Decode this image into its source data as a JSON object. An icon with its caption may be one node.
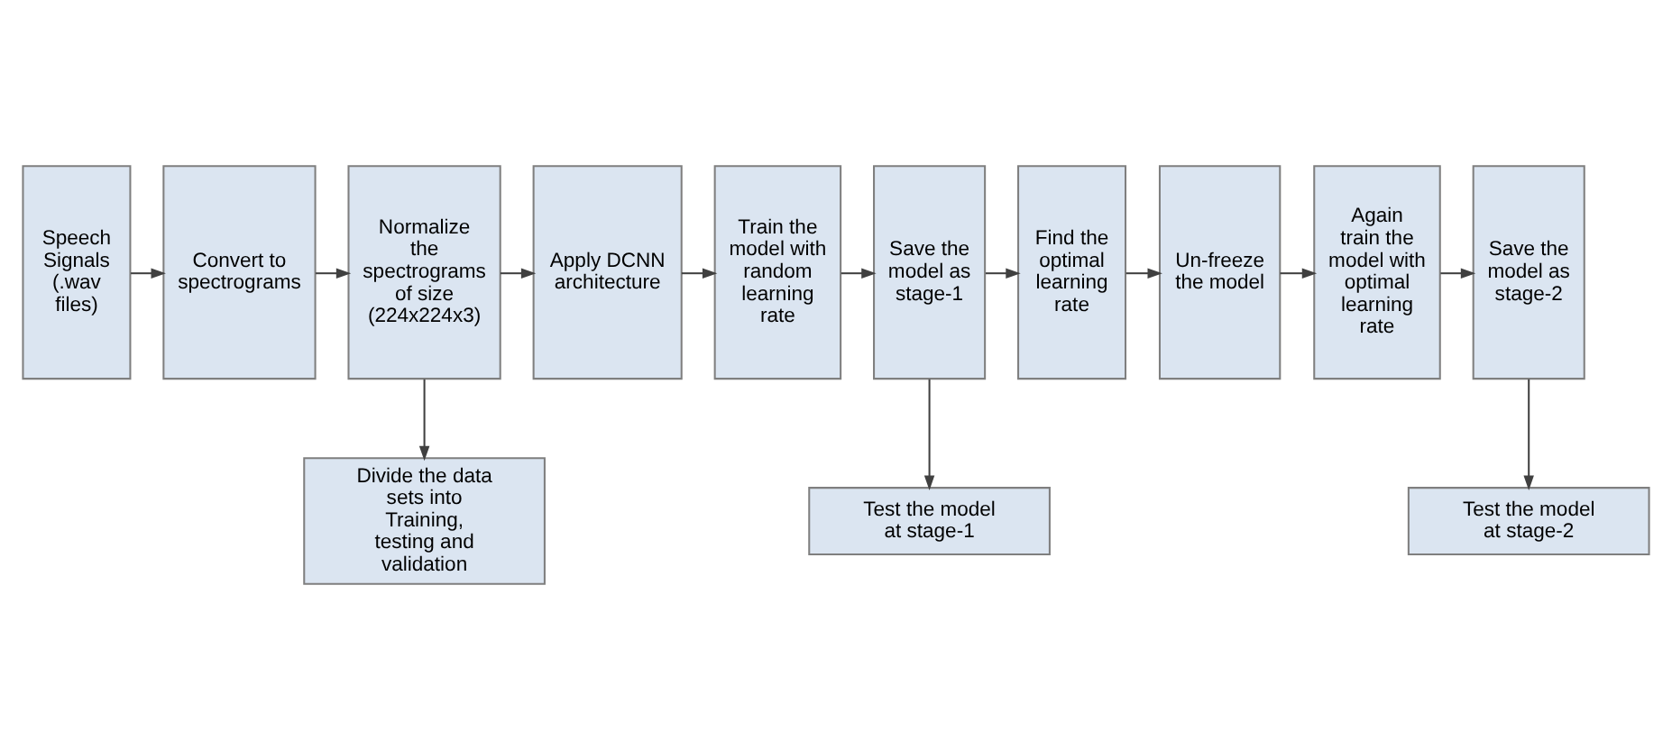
{
  "diagram": {
    "nodes": [
      {
        "text": [
          "Speech Signals (.wav files)"
        ]
      },
      {
        "text": [
          "Convert to spectrograms"
        ]
      },
      {
        "text": [
          "Normalize the spectrograms of size (224x224x3)"
        ]
      },
      {
        "text": [
          "Apply DCNN architecture"
        ]
      },
      {
        "text": [
          "Train the model with random learning rate"
        ]
      },
      {
        "text": [
          "Save the model as stage-1"
        ]
      },
      {
        "text": [
          "Find the optimal learning rate"
        ]
      },
      {
        "text": [
          "Un-freeze the model"
        ]
      },
      {
        "text": [
          "Again train the model with optimal learning rate"
        ]
      },
      {
        "text": [
          "Save the model as stage-2"
        ]
      },
      {
        "text": [
          "Divide the data sets into Training, testing and validation"
        ]
      },
      {
        "text": [
          "Test the model at stage-1"
        ]
      },
      {
        "text": [
          "Test the model at stage-2"
        ]
      }
    ],
    "edges": [
      {
        "from": 0,
        "to": 1,
        "arrow": "to"
      },
      {
        "from": 1,
        "to": 2,
        "arrow": "to"
      },
      {
        "from": 2,
        "to": 3,
        "arrow": "to"
      },
      {
        "from": 3,
        "to": 4,
        "arrow": "to"
      },
      {
        "from": 4,
        "to": 5,
        "arrow": "to"
      },
      {
        "from": 5,
        "to": 6,
        "arrow": "to"
      },
      {
        "from": 6,
        "to": 7,
        "arrow": "to"
      },
      {
        "from": 7,
        "to": 8,
        "arrow": "to"
      },
      {
        "from": 8,
        "to": 9,
        "arrow": "to"
      },
      {
        "from": 2,
        "to": 10,
        "arrow": "to"
      },
      {
        "from": 5,
        "to": 11,
        "arrow": "to"
      },
      {
        "from": 9,
        "to": 12,
        "arrow": "to"
      }
    ]
  }
}
